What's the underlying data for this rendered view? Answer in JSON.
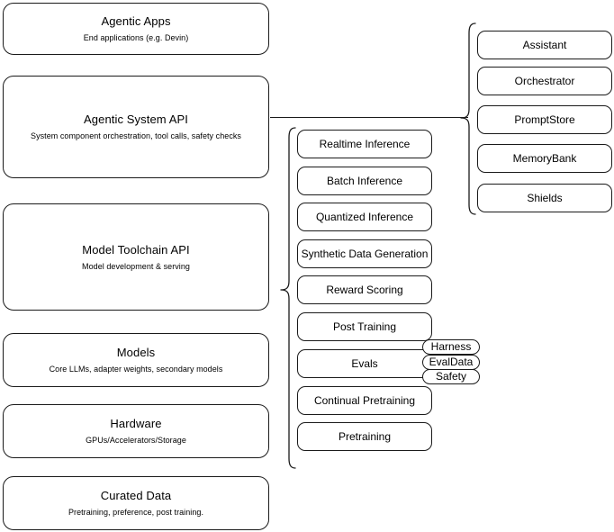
{
  "diagram": {
    "type": "layered-stack-architecture",
    "background_color": "#ffffff",
    "stroke_color": "#1a1a1a"
  },
  "stack": {
    "layers": [
      {
        "title": "Agentic Apps",
        "subtitle": "End applications (e.g. Devin)"
      },
      {
        "title": "Agentic System API",
        "subtitle": "System component orchestration, tool calls, safety checks"
      },
      {
        "title": "Model Toolchain API",
        "subtitle": "Model development & serving"
      },
      {
        "title": "Models",
        "subtitle": "Core LLMs, adapter weights, secondary models"
      },
      {
        "title": "Hardware",
        "subtitle": "GPUs/Accelerators/Storage"
      },
      {
        "title": "Curated Data",
        "subtitle": "Pretraining, preference, post training."
      }
    ]
  },
  "agentic_system_components": {
    "items": [
      {
        "label": "Assistant"
      },
      {
        "label": "Orchestrator"
      },
      {
        "label": "PromptStore"
      },
      {
        "label": "MemoryBank"
      },
      {
        "label": "Shields"
      }
    ]
  },
  "model_toolchain_components": {
    "items": [
      {
        "label": "Realtime Inference"
      },
      {
        "label": "Batch Inference"
      },
      {
        "label": "Quantized Inference"
      },
      {
        "label": "Synthetic Data Generation"
      },
      {
        "label": "Reward Scoring"
      },
      {
        "label": "Post Training"
      },
      {
        "label": "Evals"
      },
      {
        "label": "Continual Pretraining"
      },
      {
        "label": "Pretraining"
      }
    ]
  },
  "evals_subcomponents": {
    "items": [
      {
        "label": "Harness"
      },
      {
        "label": "EvalData"
      },
      {
        "label": "Safety"
      }
    ]
  }
}
